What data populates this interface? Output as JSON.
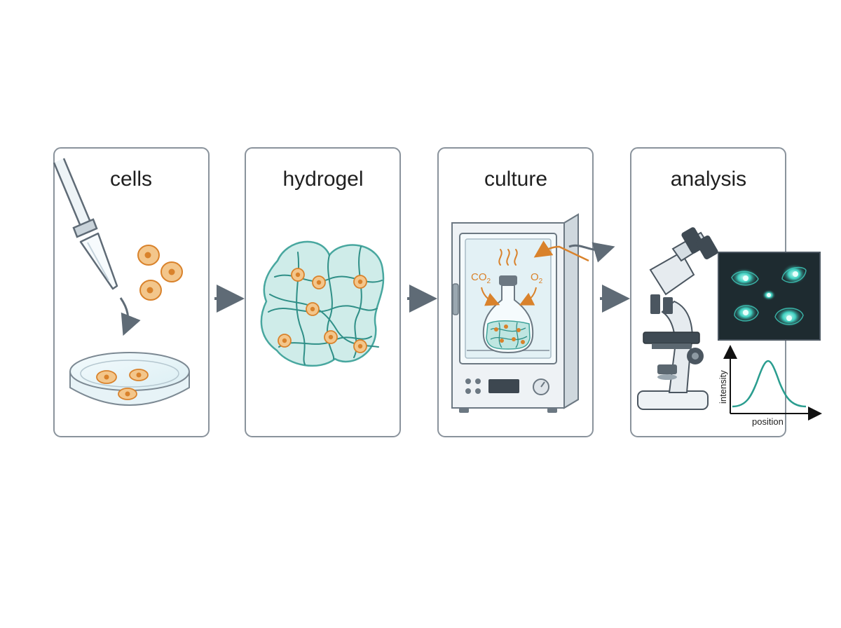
{
  "panels": [
    {
      "id": "cells",
      "title": "cells"
    },
    {
      "id": "hydrogel",
      "title": "hydrogel"
    },
    {
      "id": "culture",
      "title": "culture"
    },
    {
      "id": "analysis",
      "title": "analysis"
    }
  ],
  "culture": {
    "co2": {
      "main": "CO",
      "sub": "2"
    },
    "o2": {
      "main": "O",
      "sub": "2"
    }
  },
  "analysis": {
    "ylabel": "intensity",
    "xlabel": "position"
  },
  "colors": {
    "panel_border": "#8a939c",
    "flow_arrow": "#5f6b76",
    "cell_fill": "#f3c68b",
    "cell_stroke": "#d9822b",
    "cell_nucleus": "#d9822b",
    "gel_fill": "#cdece8",
    "gel_stroke": "#3fa39a",
    "fiber": "#2f8f87",
    "gas_accent": "#d9822b",
    "micrograph_bg": "#1e2b30",
    "glow": "#3fd0c0",
    "curve": "#2a9d8f"
  }
}
